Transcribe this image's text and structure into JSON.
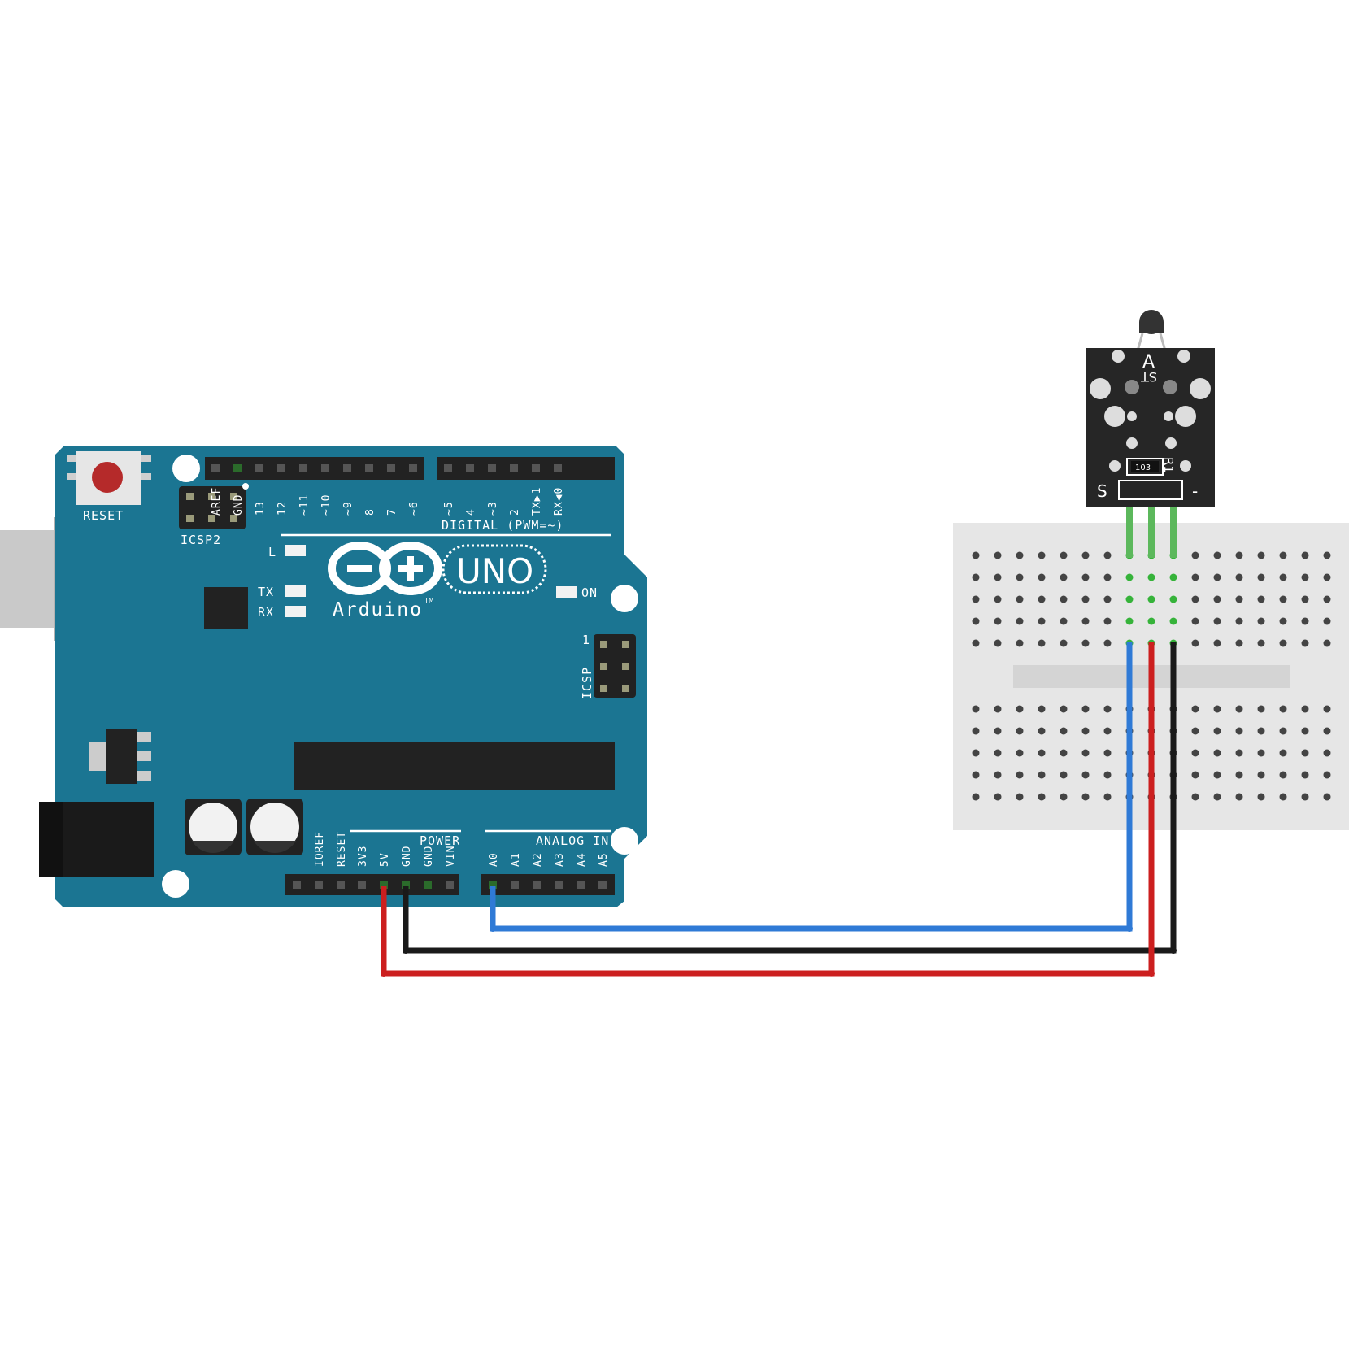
{
  "board": {
    "reset_label": "RESET",
    "icsp2_label": "ICSP2",
    "icsp_label": "ICSP",
    "icsp_pin1_label": "1",
    "led_l_label": "L",
    "led_tx_label": "TX",
    "led_rx_label": "RX",
    "led_on_label": "ON",
    "brand_label": "Arduino",
    "tm_label": "TM",
    "model_label": "UNO",
    "digital_header_label": "DIGITAL (PWM=~)",
    "power_header_label": "POWER",
    "analog_header_label": "ANALOG IN",
    "digital_pins": [
      "AREF",
      "GND",
      "13",
      "12",
      "~11",
      "~10",
      "~9",
      "8",
      "7",
      "~6",
      "~5",
      "4",
      "~3",
      "2",
      "TX▶1",
      "RX◀0"
    ],
    "power_pins": [
      "IOREF",
      "RESET",
      "3V3",
      "5V",
      "GND",
      "GND",
      "VIN"
    ],
    "analog_pins": [
      "A0",
      "A1",
      "A2",
      "A3",
      "A4",
      "A5"
    ],
    "colors": {
      "pcb": "#1b7592",
      "header": "#222222",
      "silkscreen": "#ffffff"
    }
  },
  "sensor": {
    "part_label": "A",
    "part_sub_label": "ST",
    "resistor_value": "103",
    "resistor_ref": "R1",
    "pin_s_label": "S",
    "pin_minus_label": "-",
    "colors": {
      "pcb": "#262626",
      "legs": "#5cb85c"
    }
  },
  "wires": {
    "signal_color": "#2f7ad6",
    "vcc_color": "#cc1f1f",
    "gnd_color": "#1a1a1a"
  },
  "breadboard": {
    "colors": {
      "body": "#e6e6e6",
      "hole": "#444444",
      "active_hole": "#36b33a"
    }
  }
}
